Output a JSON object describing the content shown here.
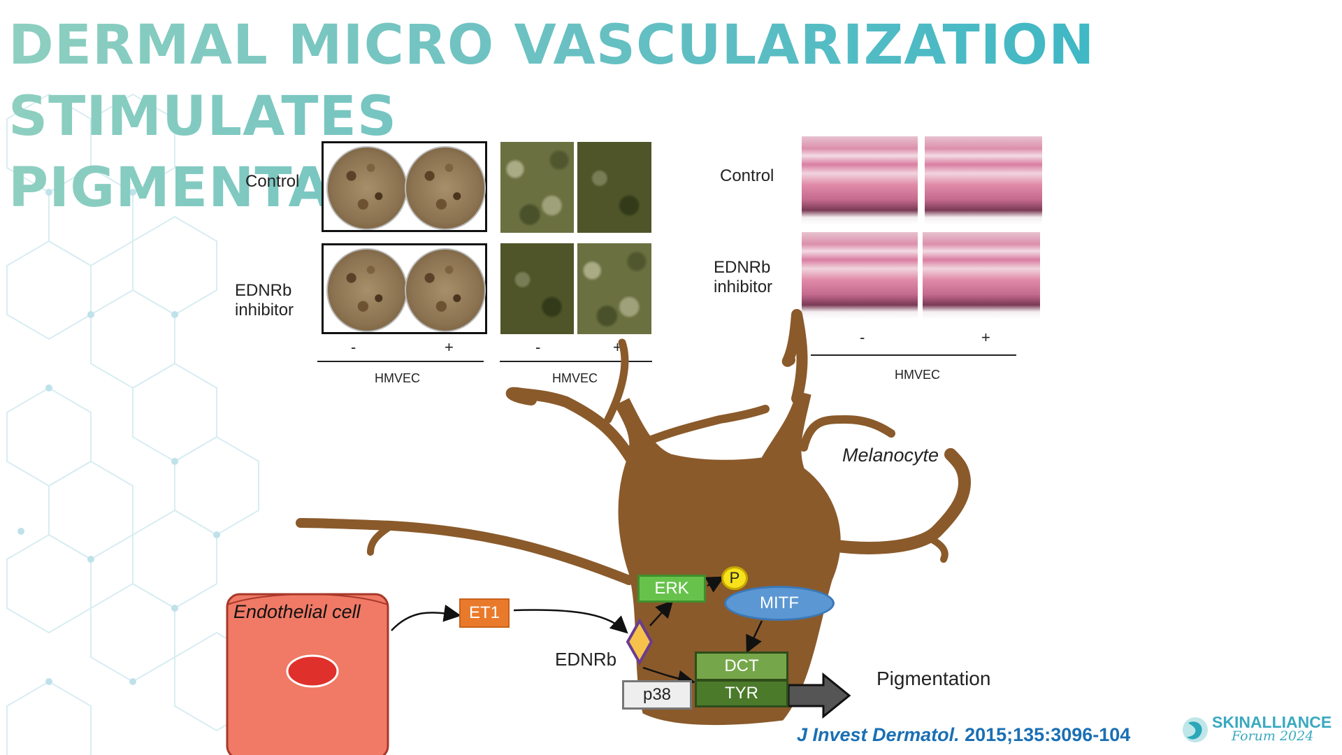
{
  "slide": {
    "title_line1": "DERMAL MICRO VASCULARIZATION STIMULATES",
    "title_line2": "PIGMENTATION"
  },
  "left_panels": {
    "row_labels": [
      "Control",
      "EDNRb",
      "inhibitor"
    ],
    "signs": [
      "-",
      "+",
      "-",
      "+"
    ],
    "axis_label_1": "HMVEC",
    "axis_label_2": "HMVEC"
  },
  "right_panel": {
    "row_label_control": "Control",
    "row_label_ednrb_1": "EDNRb",
    "row_label_ednrb_2": "inhibitor",
    "sign_minus": "-",
    "sign_plus": "+",
    "axis_label": "HMVEC"
  },
  "pathway": {
    "melanocyte_label": "Melanocyte",
    "endothelial_label": "Endothelial cell",
    "et1": "ET1",
    "ednrb": "EDNRb",
    "erk": "ERK",
    "p": "P",
    "mitf": "MITF",
    "dct": "DCT",
    "tyr": "TYR",
    "p38": "p38",
    "pigmentation": "Pigmentation"
  },
  "citation": {
    "journal": "J Invest Dermatol.",
    "ref": " 2015;135:3096-104"
  },
  "logo": {
    "name": "SKINALLIANCE",
    "sub": "Forum 2024"
  },
  "colors": {
    "title_gradient_start": "#8ecfc0",
    "title_gradient_end": "#2db4c6",
    "melanocyte": "#8a5a2b",
    "endothelial": "#f07a66",
    "citation": "#1a6fb4"
  }
}
